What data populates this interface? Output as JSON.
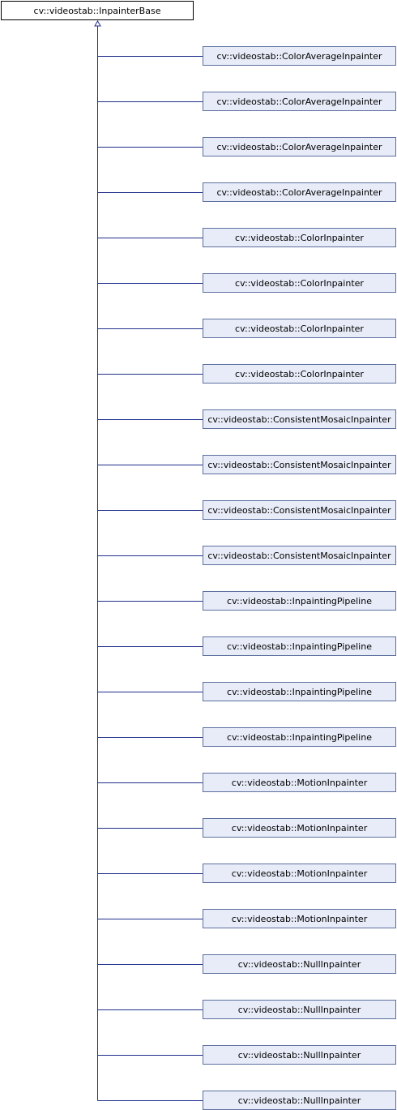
{
  "base_class": {
    "label": "cv::videostab::InpainterBase"
  },
  "derived_classes": [
    {
      "label": "cv::videostab::ColorAverageInpainter"
    },
    {
      "label": "cv::videostab::ColorAverageInpainter"
    },
    {
      "label": "cv::videostab::ColorAverageInpainter"
    },
    {
      "label": "cv::videostab::ColorAverageInpainter"
    },
    {
      "label": "cv::videostab::ColorInpainter"
    },
    {
      "label": "cv::videostab::ColorInpainter"
    },
    {
      "label": "cv::videostab::ColorInpainter"
    },
    {
      "label": "cv::videostab::ColorInpainter"
    },
    {
      "label": "cv::videostab::ConsistentMosaicInpainter"
    },
    {
      "label": "cv::videostab::ConsistentMosaicInpainter"
    },
    {
      "label": "cv::videostab::ConsistentMosaicInpainter"
    },
    {
      "label": "cv::videostab::ConsistentMosaicInpainter"
    },
    {
      "label": "cv::videostab::InpaintingPipeline"
    },
    {
      "label": "cv::videostab::InpaintingPipeline"
    },
    {
      "label": "cv::videostab::InpaintingPipeline"
    },
    {
      "label": "cv::videostab::InpaintingPipeline"
    },
    {
      "label": "cv::videostab::MotionInpainter"
    },
    {
      "label": "cv::videostab::MotionInpainter"
    },
    {
      "label": "cv::videostab::MotionInpainter"
    },
    {
      "label": "cv::videostab::MotionInpainter"
    },
    {
      "label": "cv::videostab::NullInpainter"
    },
    {
      "label": "cv::videostab::NullInpainter"
    },
    {
      "label": "cv::videostab::NullInpainter"
    },
    {
      "label": "cv::videostab::NullInpainter"
    }
  ],
  "colors": {
    "edge": "#1f2f8c",
    "node_border": "#5c6f9e",
    "node_fill": "#e8ecf8",
    "base_border": "#000000",
    "base_fill": "#ffffff"
  }
}
